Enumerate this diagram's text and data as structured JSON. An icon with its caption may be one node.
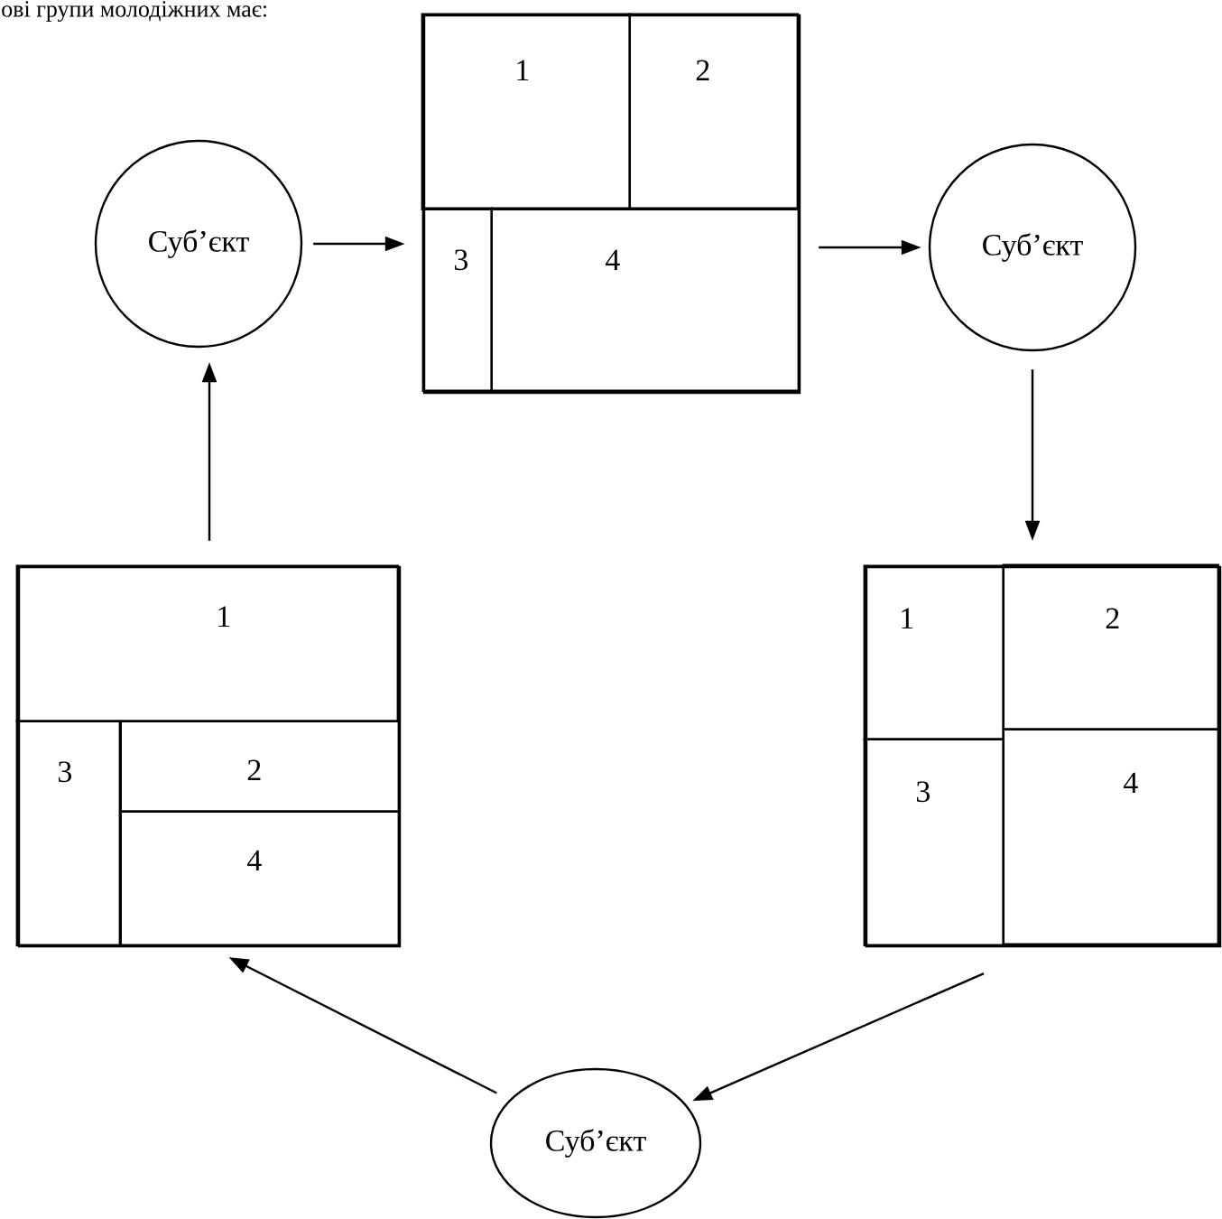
{
  "diagram": {
    "nodes": [
      {
        "text": [
          "Суб’єкт"
        ]
      },
      {
        "text": [],
        "shape": "box"
      },
      {
        "text": [
          "1"
        ],
        "in": 1
      },
      {
        "text": [
          "2"
        ],
        "in": 1
      },
      {
        "text": [
          "3"
        ],
        "in": 1
      },
      {
        "text": [
          "4"
        ],
        "in": 1
      },
      {
        "text": [
          "Суб’єкт"
        ]
      },
      {
        "text": [],
        "shape": "box"
      },
      {
        "text": [
          "1"
        ],
        "in": 7
      },
      {
        "text": [
          "2"
        ],
        "in": 7
      },
      {
        "text": [
          "3"
        ],
        "in": 7
      },
      {
        "text": [
          "4"
        ],
        "in": 7
      },
      {
        "text": [
          "Суб’єкт"
        ]
      },
      {
        "text": [],
        "shape": "box"
      },
      {
        "text": [
          "1"
        ],
        "in": 13
      },
      {
        "text": [
          "3"
        ],
        "in": 13
      },
      {
        "text": [
          "2"
        ],
        "in": 13
      },
      {
        "text": [
          "4"
        ],
        "in": 13
      }
    ],
    "edges": [
      {
        "from": 0,
        "to": 1,
        "arrow": "to"
      },
      {
        "from": 1,
        "to": 6,
        "arrow": "to"
      },
      {
        "from": 6,
        "to": 7,
        "arrow": "to"
      },
      {
        "from": 7,
        "to": 12,
        "arrow": "to"
      },
      {
        "from": 12,
        "to": 13,
        "arrow": "to"
      },
      {
        "from": 13,
        "to": 0,
        "arrow": "to"
      }
    ],
    "labels": [
      "ові групи молодіжних має:"
    ]
  }
}
